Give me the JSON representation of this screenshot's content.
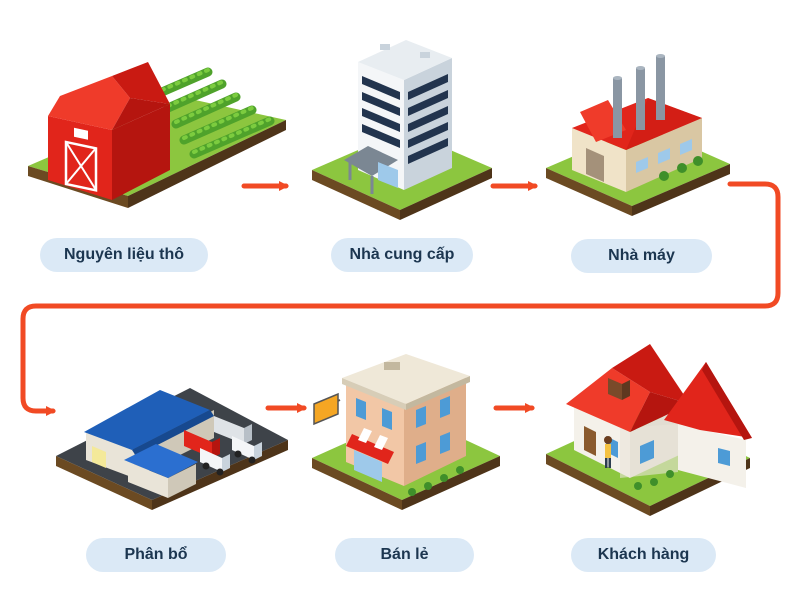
{
  "colors": {
    "flow_arrow": "#f14a24",
    "label_background": "#dbe9f6",
    "label_text": "#1c3650",
    "grass": "#8cc63f",
    "soil": "#6b4a22",
    "roof_red": "#e1251b",
    "roof_blue": "#1f5fb8"
  },
  "stages": [
    {
      "label": "Nguyên liệu thô",
      "icon": "barn-farm-icon"
    },
    {
      "label": "Nhà cung cấp",
      "icon": "office-building-icon"
    },
    {
      "label": "Nhà máy",
      "icon": "factory-icon"
    },
    {
      "label": "Phân bổ",
      "icon": "warehouse-trucks-icon"
    },
    {
      "label": "Bán lẻ",
      "icon": "retail-shop-icon"
    },
    {
      "label": "Khách hàng",
      "icon": "house-customer-icon"
    }
  ]
}
